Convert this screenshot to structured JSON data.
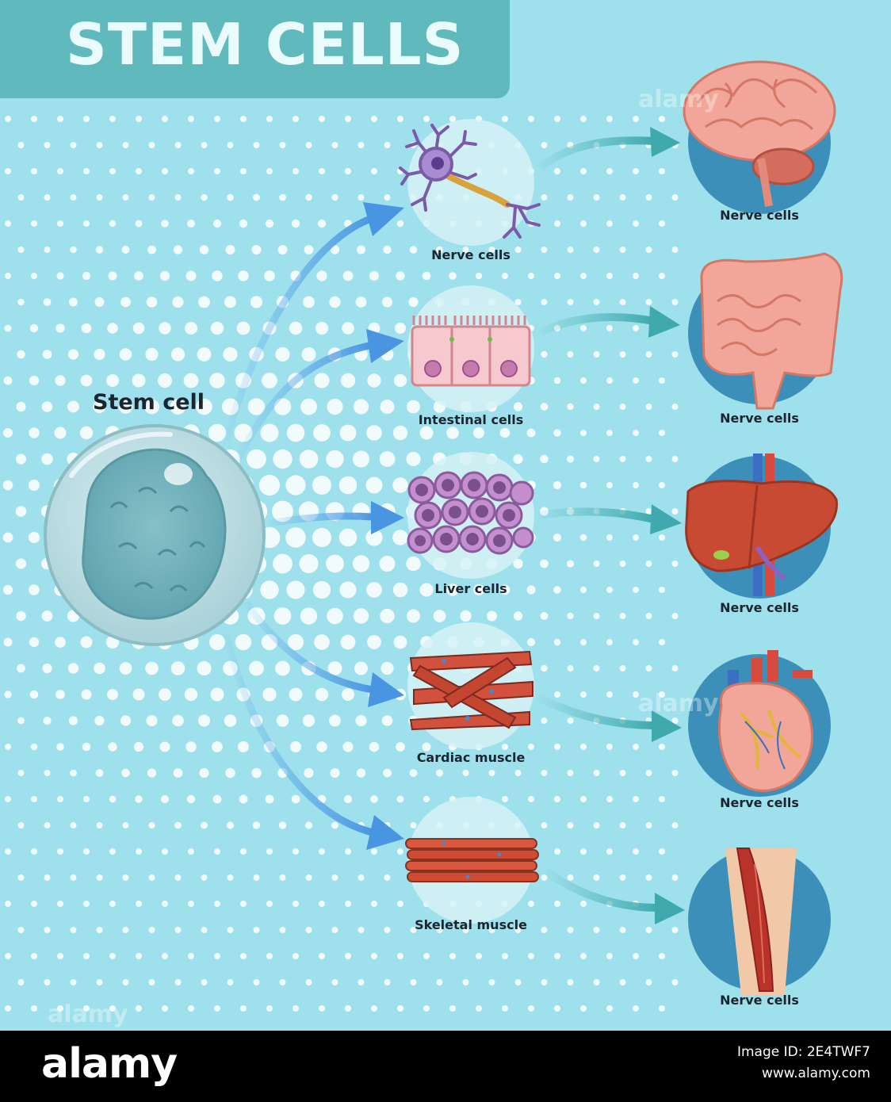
{
  "title": "STEM CELLS",
  "stem_cell_label": "Stem cell",
  "cell_types": [
    {
      "label": "Nerve cells"
    },
    {
      "label": "Intestinal cells"
    },
    {
      "label": "Liver cells"
    },
    {
      "label": "Cardiac muscle"
    },
    {
      "label": "Skeletal muscle"
    }
  ],
  "organs": [
    {
      "label": "Nerve cells",
      "icon": "brain-icon"
    },
    {
      "label": "Nerve cells",
      "icon": "intestine-icon"
    },
    {
      "label": "Nerve cells",
      "icon": "liver-icon"
    },
    {
      "label": "Nerve cells",
      "icon": "heart-icon"
    },
    {
      "label": "Nerve cells",
      "icon": "leg-muscle-icon"
    }
  ],
  "watermark": "alamy",
  "footer": {
    "brand": "alamy",
    "image_id": "Image ID: 2E4TWF7",
    "site": "www.alamy.com"
  },
  "colors": {
    "background": "#9ee0ec",
    "title_band": "#5fb9bd",
    "arrow_blue": "#5aa6e8",
    "arrow_teal": "#4fb6b9",
    "organ_circle": "#3b8fb8"
  }
}
